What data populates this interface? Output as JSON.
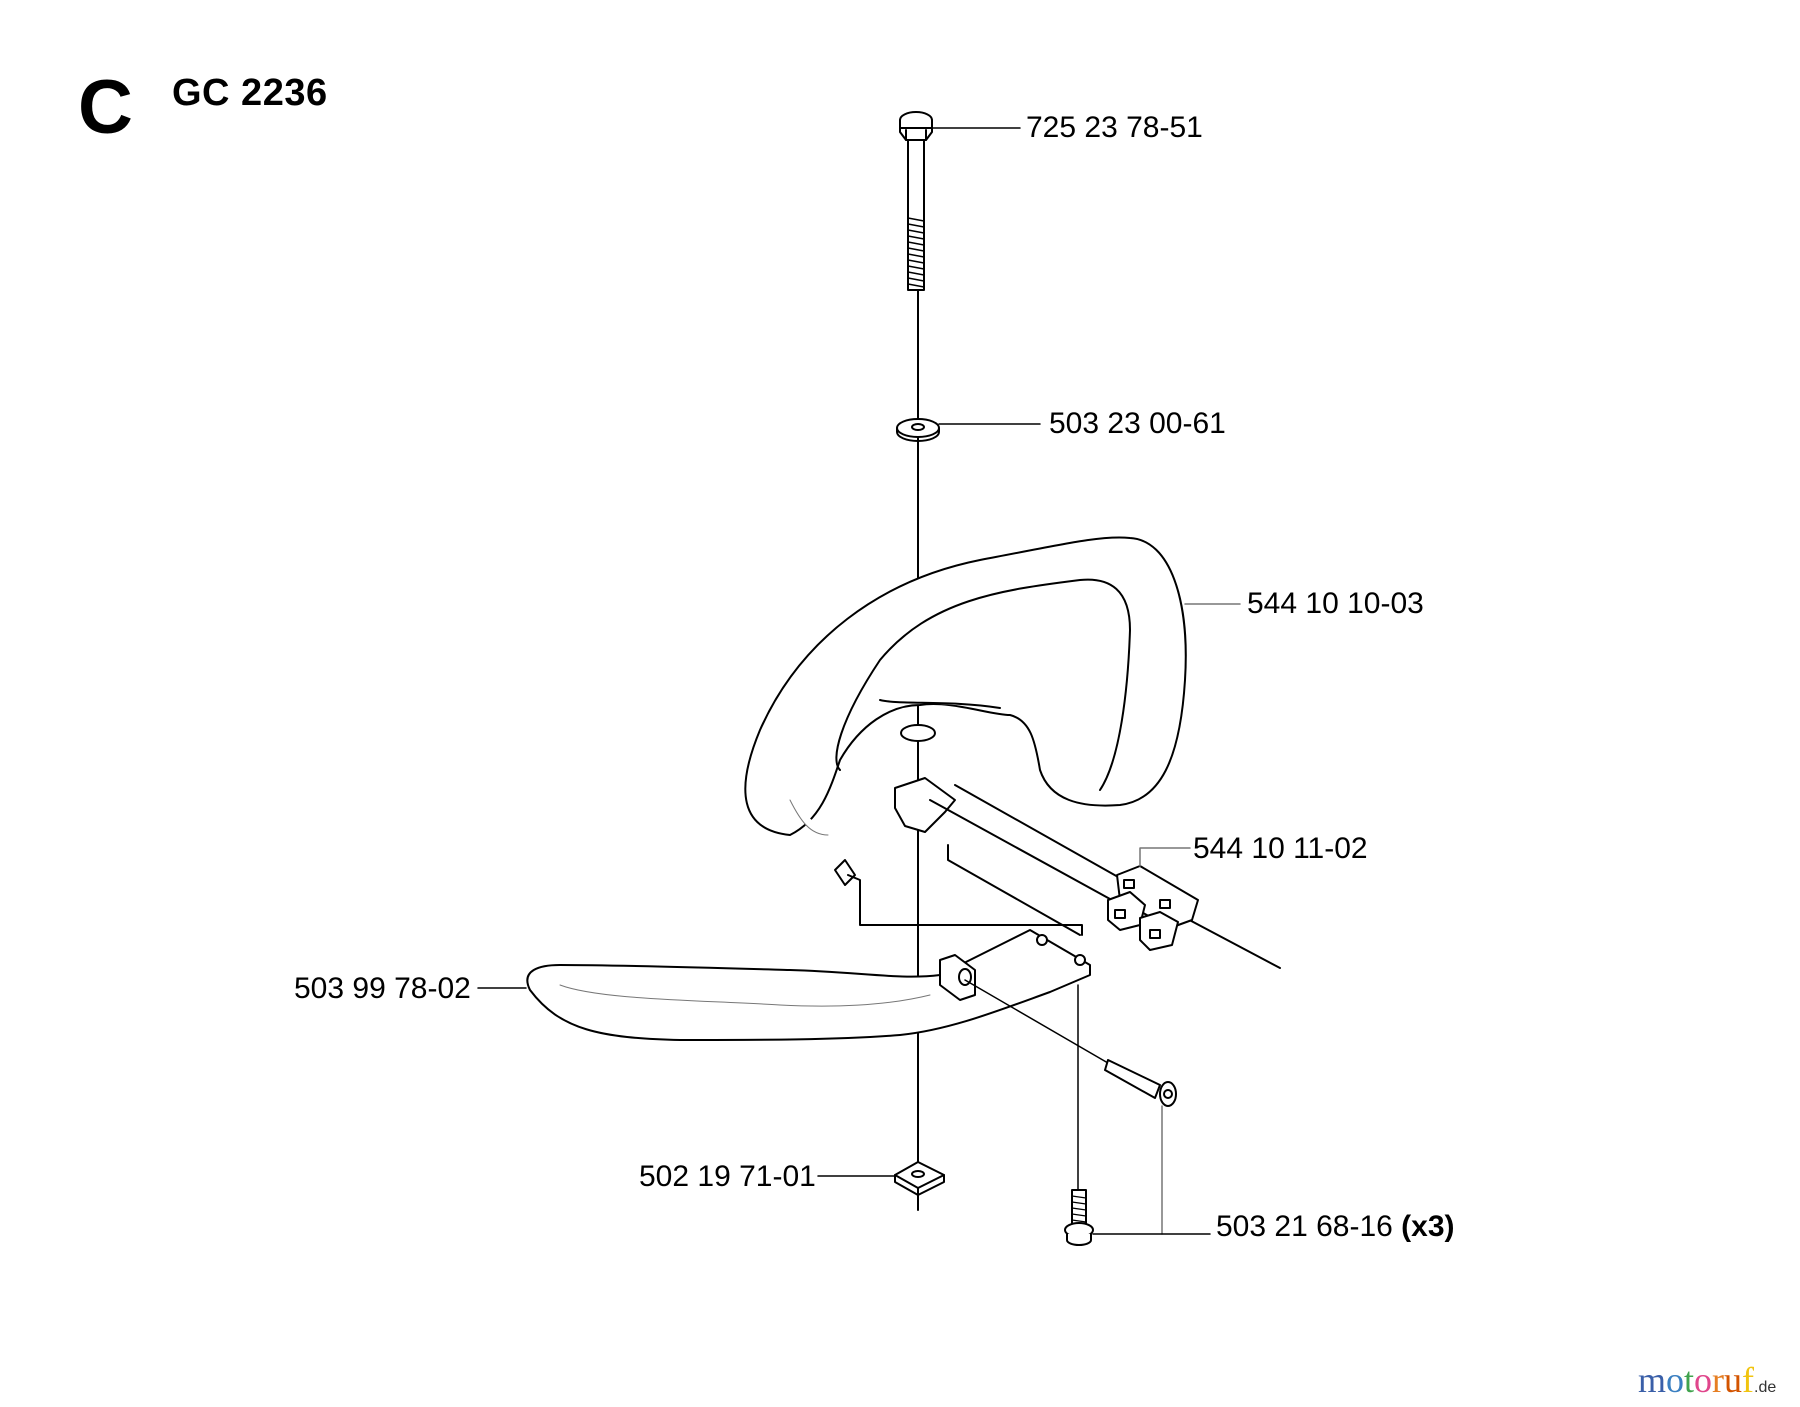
{
  "header": {
    "section_letter": "C",
    "model": "GC 2236"
  },
  "parts": [
    {
      "id": "bolt",
      "number": "725 23 78-51",
      "qty": ""
    },
    {
      "id": "washer",
      "number": "503 23 00-61",
      "qty": ""
    },
    {
      "id": "front-handle",
      "number": "544 10 10-03",
      "qty": ""
    },
    {
      "id": "handle-clamp",
      "number": "544 10 11-02",
      "qty": ""
    },
    {
      "id": "guard-bar",
      "number": "503 99 78-02",
      "qty": ""
    },
    {
      "id": "square-nut",
      "number": "502 19 71-01",
      "qty": ""
    },
    {
      "id": "screw",
      "number": "503 21 68-16",
      "qty": "(x3)"
    }
  ],
  "watermark": {
    "letters": [
      {
        "ch": "m",
        "color": "#3a5fa8"
      },
      {
        "ch": "o",
        "color": "#3a7fc1"
      },
      {
        "ch": "t",
        "color": "#3fa34d"
      },
      {
        "ch": "o",
        "color": "#e0468c"
      },
      {
        "ch": "r",
        "color": "#e67e22"
      },
      {
        "ch": "u",
        "color": "#d35400"
      },
      {
        "ch": "f",
        "color": "#f1c40f"
      }
    ],
    "suffix": ".de"
  }
}
